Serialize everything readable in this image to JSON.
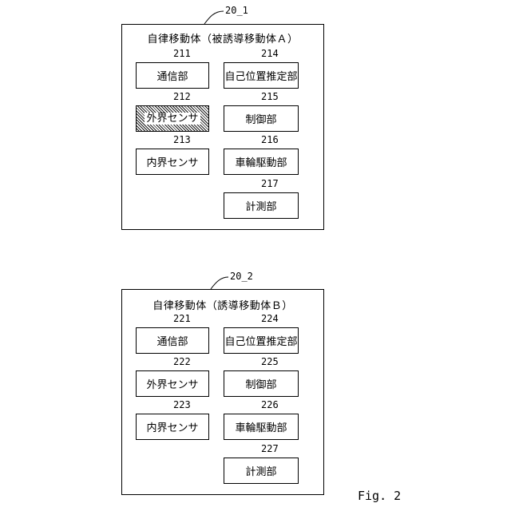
{
  "diagrams": [
    {
      "ref": "20_1",
      "title": "自律移動体（被誘導移動体Ａ）",
      "units": [
        {
          "ref": "211",
          "label": "通信部"
        },
        {
          "ref": "212",
          "label": "外界センサ",
          "hatched": true
        },
        {
          "ref": "213",
          "label": "内界センサ"
        },
        {
          "ref": "214",
          "label": "自己位置推定部"
        },
        {
          "ref": "215",
          "label": "制御部"
        },
        {
          "ref": "216",
          "label": "車輪駆動部"
        },
        {
          "ref": "217",
          "label": "計測部"
        }
      ]
    },
    {
      "ref": "20_2",
      "title": "自律移動体（誘導移動体Ｂ）",
      "units": [
        {
          "ref": "221",
          "label": "通信部"
        },
        {
          "ref": "222",
          "label": "外界センサ"
        },
        {
          "ref": "223",
          "label": "内界センサ"
        },
        {
          "ref": "224",
          "label": "自己位置推定部"
        },
        {
          "ref": "225",
          "label": "制御部"
        },
        {
          "ref": "226",
          "label": "車輪駆動部"
        },
        {
          "ref": "227",
          "label": "計測部"
        }
      ]
    }
  ],
  "figure_label": "Fig. 2"
}
